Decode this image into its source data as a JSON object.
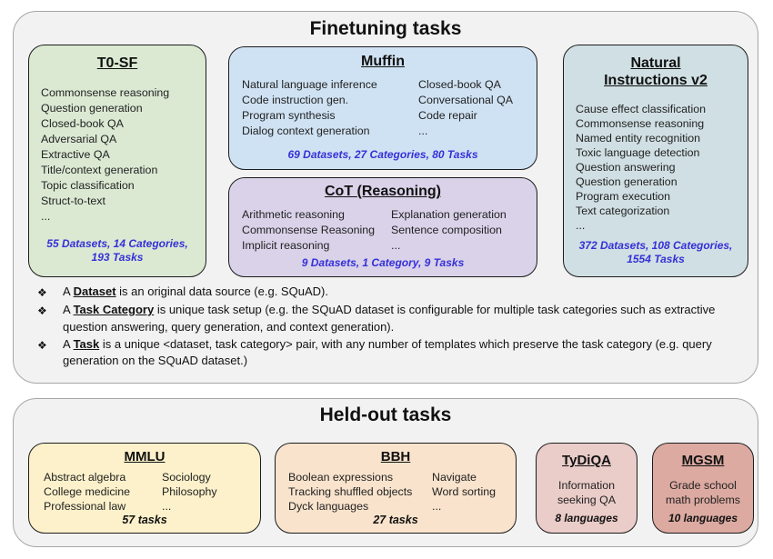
{
  "colors": {
    "stats_blue": "#3530d8",
    "panel_bg": "#f2f2f2",
    "t0sf_bg": "#dbe9d3",
    "muffin_bg": "#cfe2f3",
    "cot_bg": "#d9d2e9",
    "niv2_bg": "#d0dfe3",
    "mmlu_bg": "#fcf1ca",
    "bbh_bg": "#f9e3cc",
    "tydiqa_bg": "#eaccc8",
    "mgsm_bg": "#dcaaa1"
  },
  "finetuning": {
    "title": "Finetuning tasks",
    "bullet": "❖",
    "t0sf": {
      "title": "T0-SF",
      "items": [
        "Commonsense reasoning",
        "Question generation",
        "Closed-book QA",
        "Adversarial QA",
        "Extractive QA",
        "Title/context generation",
        "Topic classification",
        "Struct-to-text",
        "..."
      ],
      "stats": "55 Datasets, 14 Categories, 193 Tasks"
    },
    "muffin": {
      "title": "Muffin",
      "col1": [
        "Natural language inference",
        "Code instruction gen.",
        "Program synthesis",
        "Dialog context generation"
      ],
      "col2": [
        "Closed-book QA",
        "Conversational QA",
        "Code repair",
        "..."
      ],
      "stats": "69 Datasets, 27 Categories, 80 Tasks"
    },
    "cot": {
      "title": "CoT (Reasoning)",
      "col1": [
        "Arithmetic reasoning",
        "Commonsense Reasoning",
        "Implicit reasoning"
      ],
      "col2": [
        "Explanation generation",
        "Sentence composition",
        "..."
      ],
      "stats": "9 Datasets, 1 Category, 9 Tasks"
    },
    "niv2": {
      "title": "Natural Instructions v2",
      "items": [
        "Cause effect classification",
        "Commonsense reasoning",
        "Named entity recognition",
        "Toxic language detection",
        "Question answering",
        "Question generation",
        "Program execution",
        "Text categorization",
        "..."
      ],
      "stats": "372 Datasets, 108 Categories, 1554 Tasks"
    },
    "notes": [
      {
        "prefix": "A ",
        "term": "Dataset",
        "rest": " is an original data source (e.g. SQuAD)."
      },
      {
        "prefix": "A ",
        "term": "Task Category",
        "rest": " is unique task setup (e.g. the SQuAD dataset is configurable for multiple task categories such as extractive question answering, query generation, and context generation)."
      },
      {
        "prefix": "A ",
        "term": "Task",
        "rest": " is a unique <dataset, task category> pair, with any number of templates which preserve the task category (e.g. query generation on the SQuAD dataset.)"
      }
    ]
  },
  "heldout": {
    "title": "Held-out tasks",
    "mmlu": {
      "title": "MMLU",
      "col1": [
        "Abstract algebra",
        "College medicine",
        "Professional law"
      ],
      "col2": [
        "Sociology",
        "Philosophy",
        "..."
      ],
      "stats": "57 tasks"
    },
    "bbh": {
      "title": "BBH",
      "col1": [
        "Boolean expressions",
        "Tracking shuffled objects",
        "Dyck languages"
      ],
      "col2": [
        "Navigate",
        "Word sorting",
        "..."
      ],
      "stats": "27 tasks"
    },
    "tydiqa": {
      "title": "TyDiQA",
      "desc": "Information seeking QA",
      "stats": "8 languages"
    },
    "mgsm": {
      "title": "MGSM",
      "desc": "Grade school math problems",
      "stats": "10 languages"
    }
  }
}
